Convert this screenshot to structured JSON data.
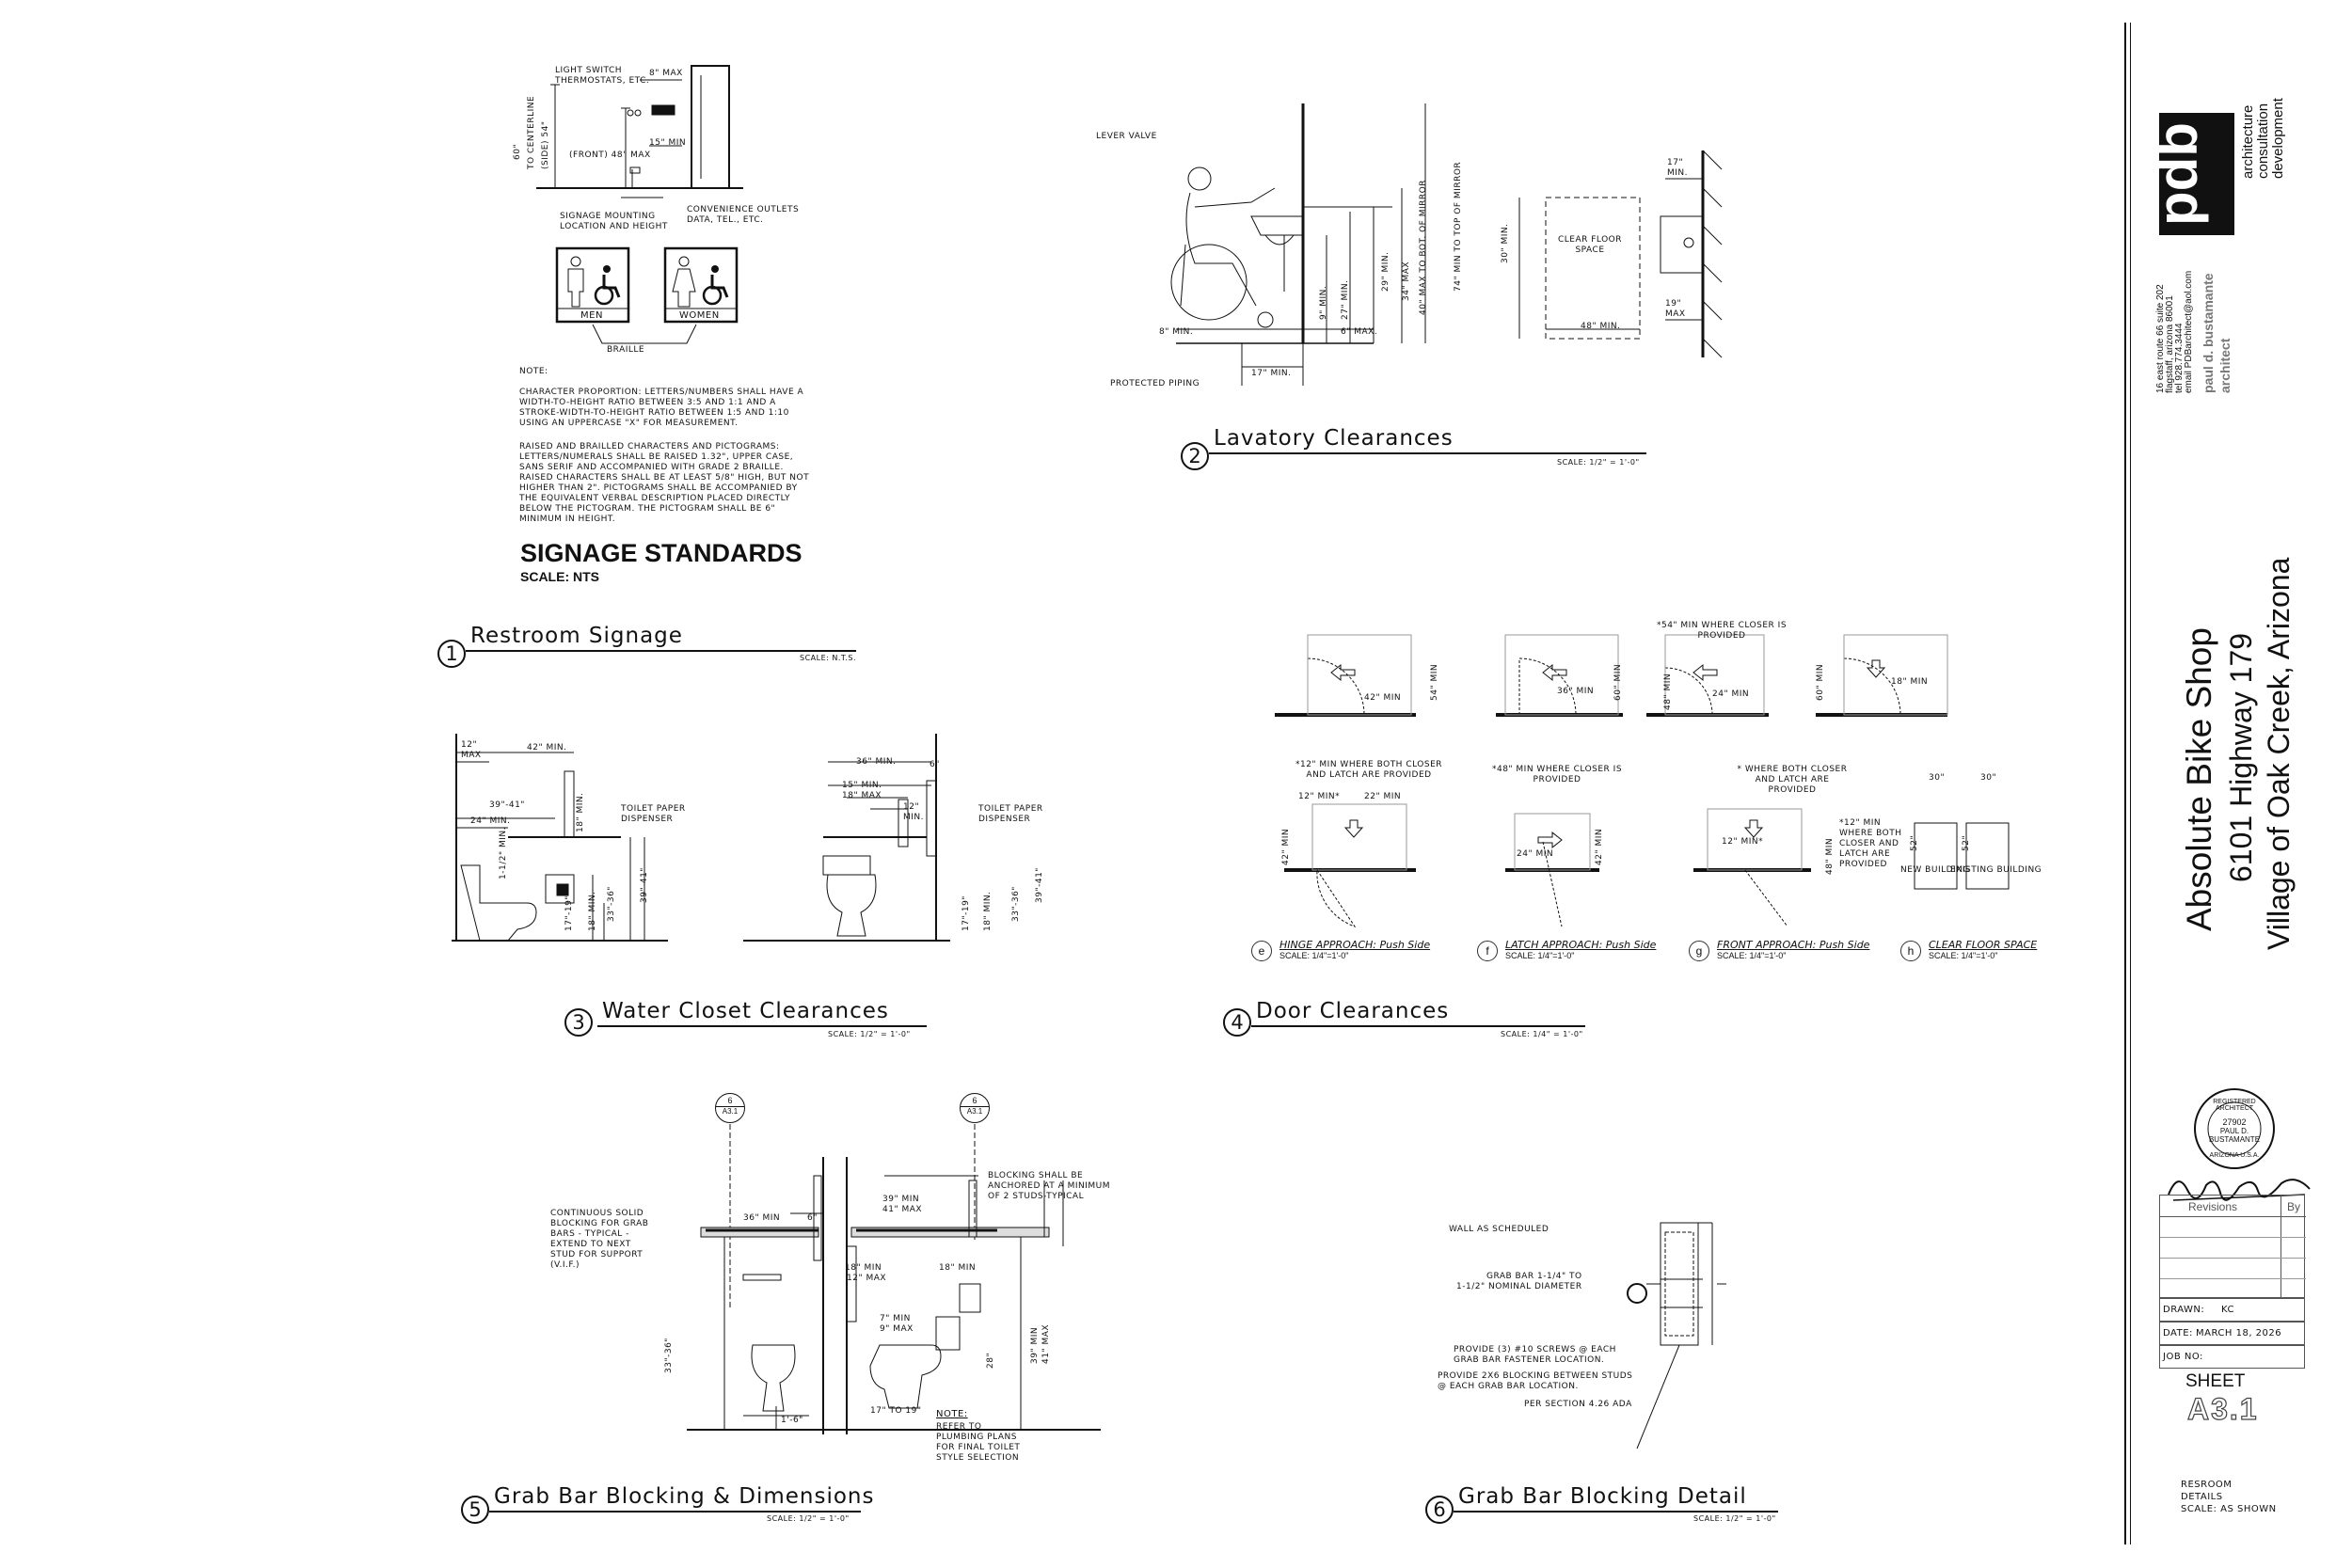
{
  "details": [
    {
      "num": "1",
      "title": "Restroom Signage",
      "scale": "SCALE: N.T.S."
    },
    {
      "num": "2",
      "title": "Lavatory Clearances",
      "scale": "SCALE: 1/2\" = 1'-0\""
    },
    {
      "num": "3",
      "title": "Water Closet Clearances",
      "scale": "SCALE: 1/2\" = 1'-0\""
    },
    {
      "num": "4",
      "title": "Door Clearances",
      "scale": "SCALE: 1/4\" = 1'-0\""
    },
    {
      "num": "5",
      "title": "Grab Bar Blocking & Dimensions",
      "scale": "SCALE: 1/2\" = 1'-0\""
    },
    {
      "num": "6",
      "title": "Grab Bar Blocking Detail",
      "scale": "SCALE: 1/2\" = 1'-0\""
    }
  ],
  "signage": {
    "light_switch": "Light switch",
    "thermostats": "Thermostats, Etc.",
    "max_8": "8\" MAX",
    "centerline": "TO CENTERLINE",
    "side_54": "(SIDE) 54\"",
    "front_48": "(FRONT) 48\" MAX",
    "dim_60": "60\"",
    "min_15": "15\" MIN",
    "outlets": "Convenience Outlets",
    "data_tel": "Data, Tel., Etc.",
    "mounting_1": "SIGNAGE MOUNTING",
    "mounting_2": "LOCATION AND HEIGHT",
    "men": "MEN",
    "women": "WOMEN",
    "braille": "BRAILLE",
    "note_label": "NOTE:",
    "note_1": "CHARACTER PROPORTION:  LETTERS/NUMBERS SHALL HAVE A WIDTH-TO-HEIGHT RATIO BETWEEN 3:5 AND 1:1 AND A STROKE-WIDTH-TO-HEIGHT RATIO BETWEEN 1:5 AND 1:10 USING AN UPPERCASE \"X\" FOR MEASUREMENT.",
    "note_2": "RAISED AND BRAILLED CHARACTERS AND PICTOGRAMS: LETTERS/NUMERALS SHALL BE RAISED 1.32\", UPPER CASE, SANS SERIF AND ACCOMPANIED WITH GRADE 2 BRAILLE.  RAISED CHARACTERS SHALL BE AT LEAST 5/8\" HIGH, BUT NOT HIGHER THAN 2\".  PICTOGRAMS SHALL BE ACCOMPANIED BY THE EQUIVALENT VERBAL DESCRIPTION PLACED DIRECTLY BELOW THE PICTOGRAM. THE PICTOGRAM SHALL BE 6\" MINIMUM IN HEIGHT.",
    "standards_title": "SIGNAGE STANDARDS",
    "standards_scale": "SCALE:  NTS"
  },
  "lavatory": {
    "lever_valve": "LEVER VALVE",
    "protected_piping": "PROTECTED PIPING",
    "min_8": "8\" MIN.",
    "max_6": "6\" MAX.",
    "min_17": "17\" MIN.",
    "min_9": "9\" MIN.",
    "min_27": "27\" MIN.",
    "max_29": "29\" MIN.",
    "max_34": "34\" MAX",
    "max_40": "40\" MAX TO BOT. OF MIRROR",
    "min_74": "74\" MIN TO TOP OF MIRROR",
    "clear_floor": "CLEAR FLOOR SPACE",
    "min_30": "30\" MIN.",
    "min_48": "48\" MIN.",
    "min_17b": "17\" MIN.",
    "max_19": "19\" MAX"
  },
  "water_closet": {
    "max_12": "12\" MAX",
    "min_42": "42\" MIN.",
    "d_39_41": "39\"-41\"",
    "min_24": "24\" MIN.",
    "min_18": "18\" MIN.",
    "min_1_12": "1-1/2\" MIN.",
    "toilet_paper": "TOILET PAPER DISPENSER",
    "d_17_19": "17\"-19\"",
    "min_18b": "18\" MIN.",
    "d_33_36": "33\"-36\"",
    "d_39_41b": "39\"-41\"",
    "min_36": "36\" MIN.",
    "min_15": "15\" MIN.",
    "max_18": "18\" MAX",
    "min_12": "12\" MIN.",
    "d_6": "6\""
  },
  "door": {
    "min_54": "54\" MIN",
    "min_42": "42\" MIN",
    "min_36": "36\" MIN",
    "min_60": "60\" MIN",
    "note_54": "*54\" MIN WHERE CLOSER IS PROVIDED",
    "min_48": "48\" MIN",
    "min_24": "24\" MIN",
    "min_18": "18\" MIN",
    "note_12": "*12\" MIN WHERE BOTH CLOSER AND LATCH ARE PROVIDED",
    "note_48": "*48\" MIN WHERE CLOSER IS PROVIDED",
    "note_both": "* WHERE BOTH CLOSER AND LATCH ARE PROVIDED",
    "note_12b": "*12\" MIN WHERE BOTH CLOSER AND LATCH ARE PROVIDED",
    "min_12": "12\" MIN*",
    "min_22": "22\" MIN",
    "min_24b": "24\" MIN",
    "dim_30": "30\"",
    "dim_52": "52\"",
    "new_building": "NEW BUILDING",
    "existing_building": "EXISTING BUILDING",
    "subs": [
      {
        "letter": "e",
        "title": "HINGE APPROACH: Push Side",
        "scale": "SCALE: 1/4\"=1'-0\""
      },
      {
        "letter": "f",
        "title": "LATCH APPROACH: Push Side",
        "scale": "SCALE: 1/4\"=1'-0\""
      },
      {
        "letter": "g",
        "title": "FRONT APPROACH: Push Side",
        "scale": "SCALE: 1/4\"=1'-0\""
      },
      {
        "letter": "h",
        "title": "CLEAR FLOOR SPACE",
        "scale": "SCALE: 1/4\"=1'-0\""
      }
    ]
  },
  "grab_bar": {
    "ref_6": "6",
    "ref_sheet": "A3.1",
    "continuous": "CONTINUOUS SOLID BLOCKING FOR GRAB BARS - TYPICAL - EXTEND TO NEXT STUD FOR SUPPORT (V.I.F.)",
    "blocking_note": "BLOCKING SHALL BE ANCHORED AT A MINIMUM OF 2 STUDS-TYPICAL",
    "min_36": "36\" MIN",
    "d_6": "6\"",
    "min_39": "39\" MIN",
    "max_41": "41\" MAX",
    "min_18": "18\" MIN",
    "min_18b": "18\"",
    "max_12": "12\" MAX",
    "min_7": "7\" MIN",
    "max_9": "9\" MAX",
    "d_33_36": "33\"-36\"",
    "d_1_6": "1'-6\"",
    "d_28": "28\"",
    "min_39b": "39\" MIN",
    "max_41b": "41\" MAX",
    "d_17_19": "17\" TO 19\"",
    "note_label": "NOTE:",
    "note_text": "REFER TO PLUMBING PLANS FOR FINAL TOILET STYLE SELECTION"
  },
  "grab_detail": {
    "wall": "WALL AS SCHEDULED",
    "grab_bar_1": "GRAB BAR 1-1/4\" TO",
    "grab_bar_2": "1-1/2\" NOMINAL DIAMETER",
    "screws_1": "PROVIDE (3) #10 SCREWS @ EACH",
    "screws_2": "GRAB BAR FASTENER LOCATION.",
    "blocking_1": "PROVIDE 2X6 BLOCKING BETWEEN STUDS",
    "blocking_2": "@ EACH GRAB BAR LOCATION.",
    "ada": "PER SECTION 4.26 ADA"
  },
  "title_block": {
    "firm_line1": "architecture",
    "firm_line2": "consultation",
    "firm_line3": "development",
    "architect_name": "paul d. bustamante",
    "architect_title": "architect",
    "address_1": "16 east route 66 suite 202",
    "address_2": "flagstaff, arizona 86001",
    "phone": "tel 928.774.3444",
    "email": "email PDBarchitect@aol.com",
    "project_name": "Absolute Bike Shop",
    "project_address": "6101 Highway 179",
    "project_city": "Village of Oak Creek, Arizona",
    "seal_top": "REGISTERED ARCHITECT",
    "seal_num": "27902",
    "seal_name_1": "PAUL D.",
    "seal_name_2": "BUSTAMANTE",
    "seal_state": "ARIZONA U.S.A.",
    "revisions": "Revisions",
    "by": "By",
    "drawn_label": "Drawn:",
    "drawn_value": "KC",
    "date_label": "Date:",
    "date_value": "March 18, 2026",
    "job_label": "Job No:",
    "sheet_label": "SHEET",
    "sheet_number": "A3.1",
    "desc_1": "RESROOM",
    "desc_2": "DETAILS",
    "desc_3": "SCALE: AS SHOWN"
  }
}
